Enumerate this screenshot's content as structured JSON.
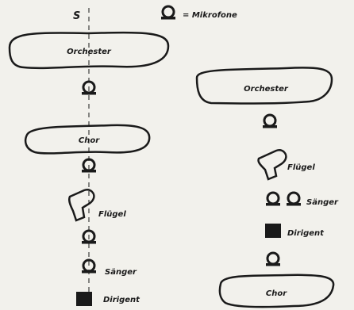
{
  "legend": {
    "axis_label": "S",
    "symbol_meaning": "= Mikrofone",
    "symbol_icon": "microphone-symbol"
  },
  "left_layout": {
    "orchestra": "Orchester",
    "choir": "Chor",
    "piano": "Flügel",
    "singer": "Sänger",
    "conductor": "Dirigent"
  },
  "right_layout": {
    "orchestra": "Orchester",
    "piano": "Flügel",
    "singer": "Sänger",
    "conductor": "Dirigent",
    "choir": "Chor"
  },
  "colors": {
    "ink": "#1a1a1a",
    "paper": "#f2f1ec"
  }
}
